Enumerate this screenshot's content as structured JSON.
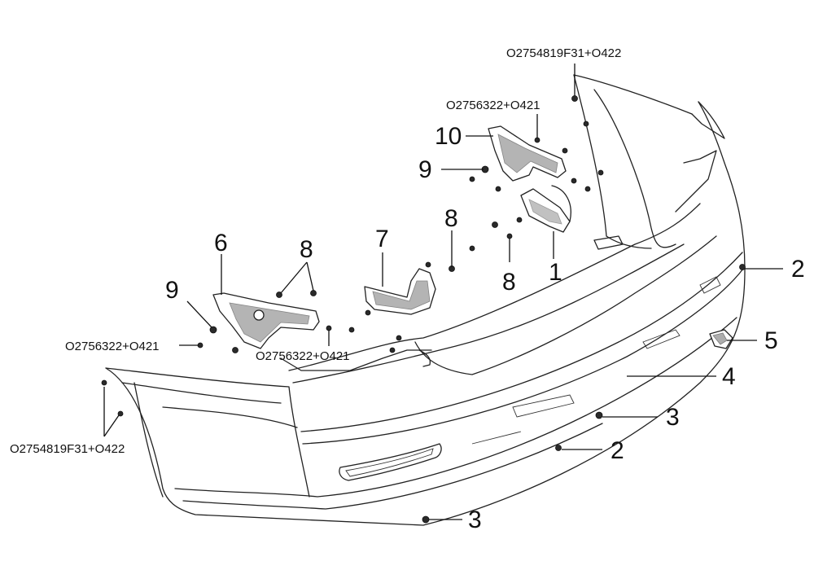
{
  "callouts": {
    "n1": "1",
    "n2a": "2",
    "n2b": "2",
    "n3a": "3",
    "n3b": "3",
    "n4": "4",
    "n5": "5",
    "n6": "6",
    "n7": "7",
    "n8a": "8",
    "n8b": "8",
    "n8c": "8",
    "n9a": "9",
    "n9b": "9",
    "n10": "10"
  },
  "codes": {
    "c_top_right": "O2754819F31+O422",
    "c_top_mid": "O2756322+O421",
    "c_left": "O2756322+O421",
    "c_center": "O2756322+O421",
    "c_bottom_left": "O2754819F31+O422"
  }
}
